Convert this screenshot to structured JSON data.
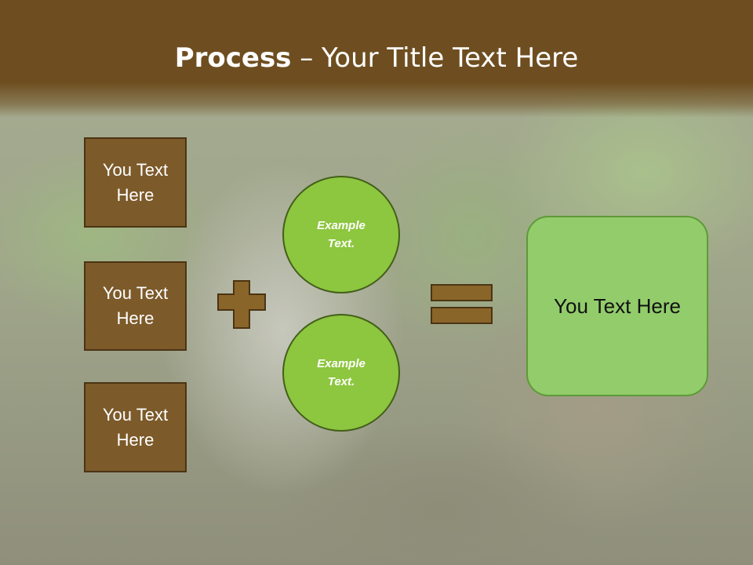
{
  "title": {
    "bold": "Process",
    "rest": " – Your Title Text Here"
  },
  "left_boxes": [
    {
      "label": "You Text Here"
    },
    {
      "label": "You Text Here"
    },
    {
      "label": "You Text Here"
    }
  ],
  "circles": [
    {
      "label": "Example Text."
    },
    {
      "label": "Example Text."
    }
  ],
  "result": {
    "label": "You Text Here"
  },
  "colors": {
    "header": "#6e4e20",
    "box": "#7c5a2a",
    "circle": "#8dc63f",
    "result": "#92cc6b"
  },
  "icons": {
    "plus": "plus-icon",
    "equals": "equals-icon"
  }
}
